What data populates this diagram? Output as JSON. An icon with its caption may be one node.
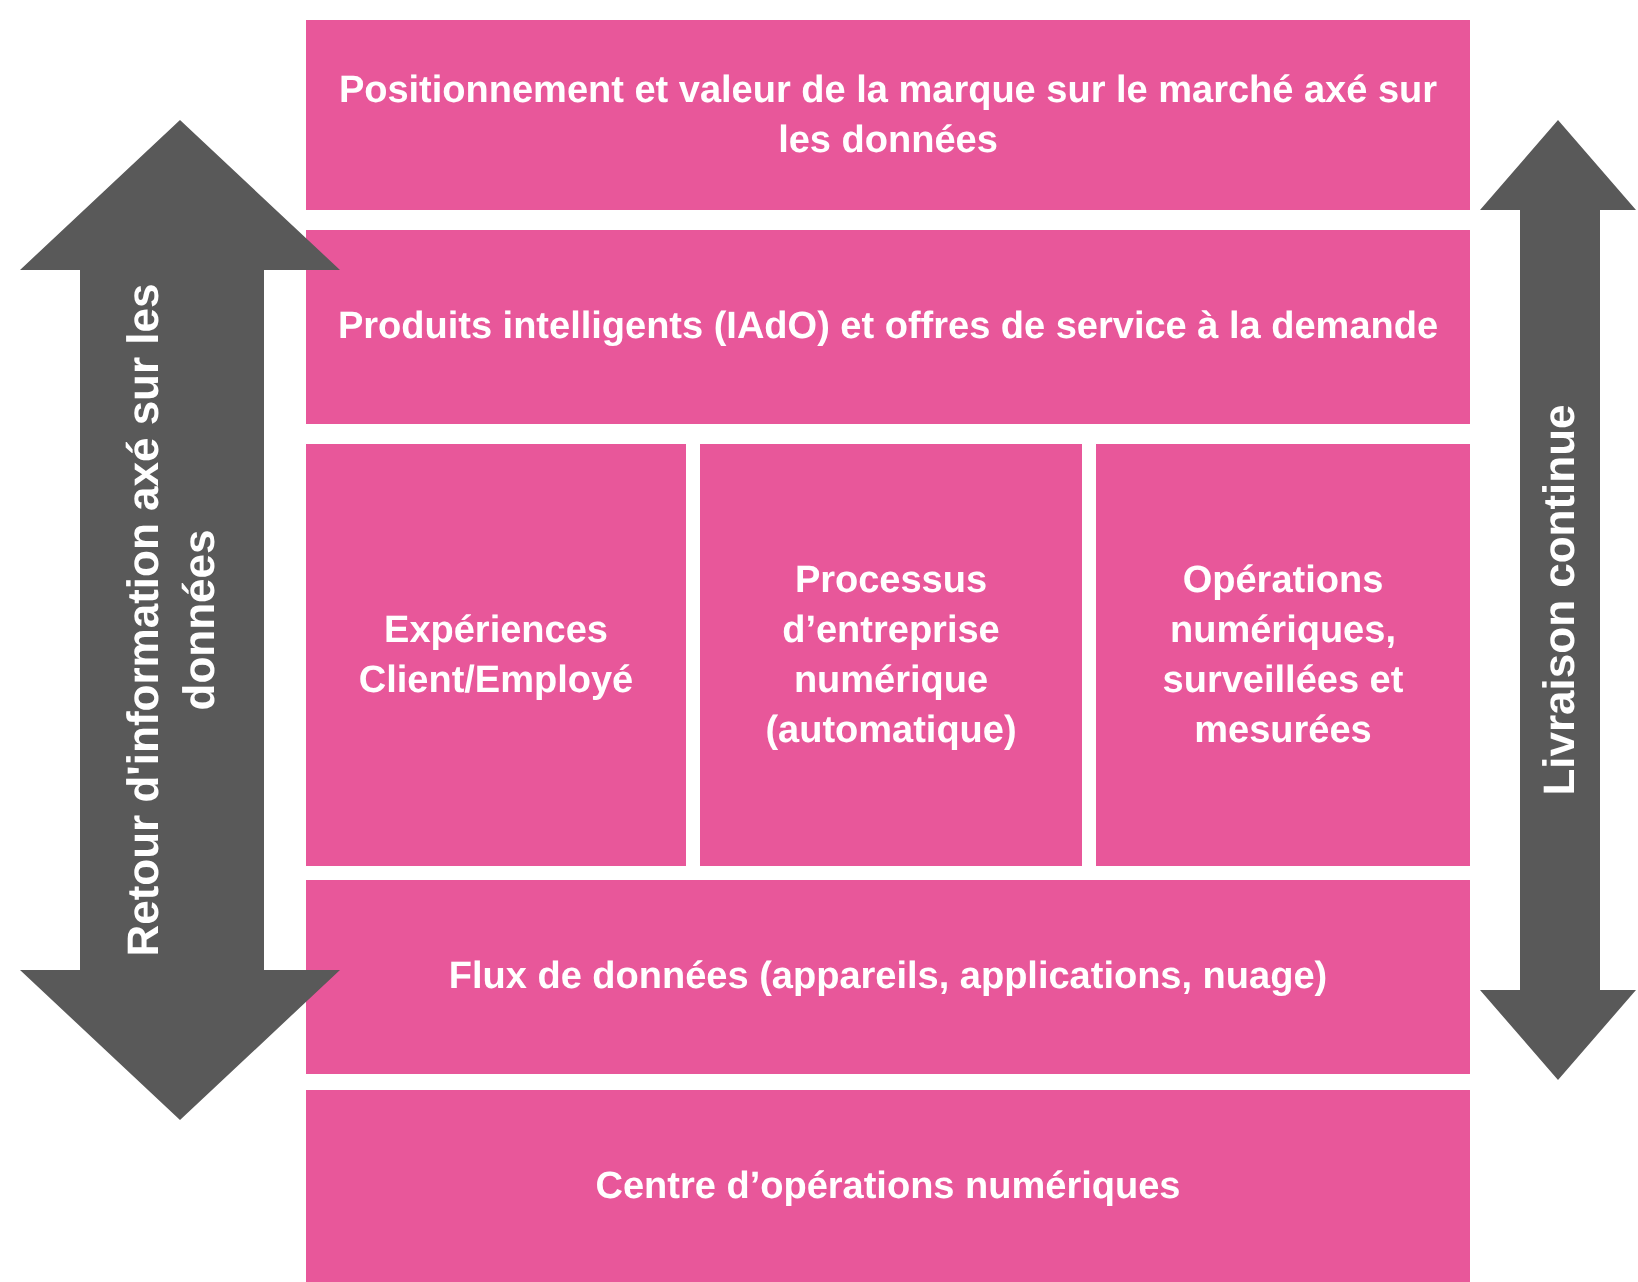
{
  "diagram": {
    "nodes": [
      {
        "text": [
          "Positionnement et valeur de la marque sur le marché axé sur les données"
        ]
      },
      {
        "text": [
          "Produits intelligents (IAdO) et offres de service à la demande"
        ]
      },
      {
        "text": [
          "Expériences Client/Employé"
        ]
      },
      {
        "text": [
          "Processus d’entreprise numérique (automatique)"
        ]
      },
      {
        "text": [
          "Opérations numériques, surveillées et mesurées"
        ]
      },
      {
        "text": [
          "Flux de données (appareils, applications, nuage)"
        ]
      },
      {
        "text": [
          "Centre d’opérations numériques"
        ]
      },
      {
        "text": [
          "Retour d'information axé sur les données"
        ]
      },
      {
        "text": [
          "Livraison continue"
        ]
      }
    ]
  }
}
